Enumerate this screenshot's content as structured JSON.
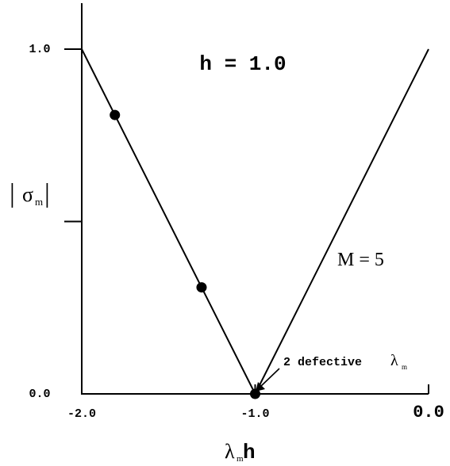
{
  "chart_data": {
    "type": "line",
    "title": "h = 1.0",
    "xlabel": {
      "main": "λ",
      "sub": "m",
      "tail": "h"
    },
    "ylabel": {
      "main": "σ",
      "sub": "m"
    },
    "xlim": [
      -2.0,
      0.0
    ],
    "ylim": [
      0.0,
      1.0
    ],
    "x_ticks": [
      {
        "value": -2.0,
        "label": "-2.0"
      },
      {
        "value": -1.0,
        "label": "-1.0"
      },
      {
        "value": 0.0,
        "label": "0.0"
      }
    ],
    "y_ticks": [
      {
        "value": 0.0,
        "label": "0.0"
      },
      {
        "value": 0.5,
        "label": ""
      },
      {
        "value": 1.0,
        "label": "1.0"
      }
    ],
    "grid": false,
    "series": [
      {
        "x": [
          -2.0,
          -1.0,
          0.0
        ],
        "y": [
          1.0,
          0.0,
          1.0
        ],
        "style": "line"
      },
      {
        "x": [
          -1.809,
          -1.309,
          -1.0
        ],
        "y": [
          0.809,
          0.309,
          0.0
        ],
        "style": "markers"
      }
    ],
    "annotations": {
      "parameter": "M = 5",
      "defective": {
        "text": "2 defective",
        "symbol": "λ",
        "sub": "m",
        "x": -1.0,
        "y": 0.0
      }
    }
  },
  "colors": {
    "ink": "#000000",
    "background": "#ffffff"
  }
}
